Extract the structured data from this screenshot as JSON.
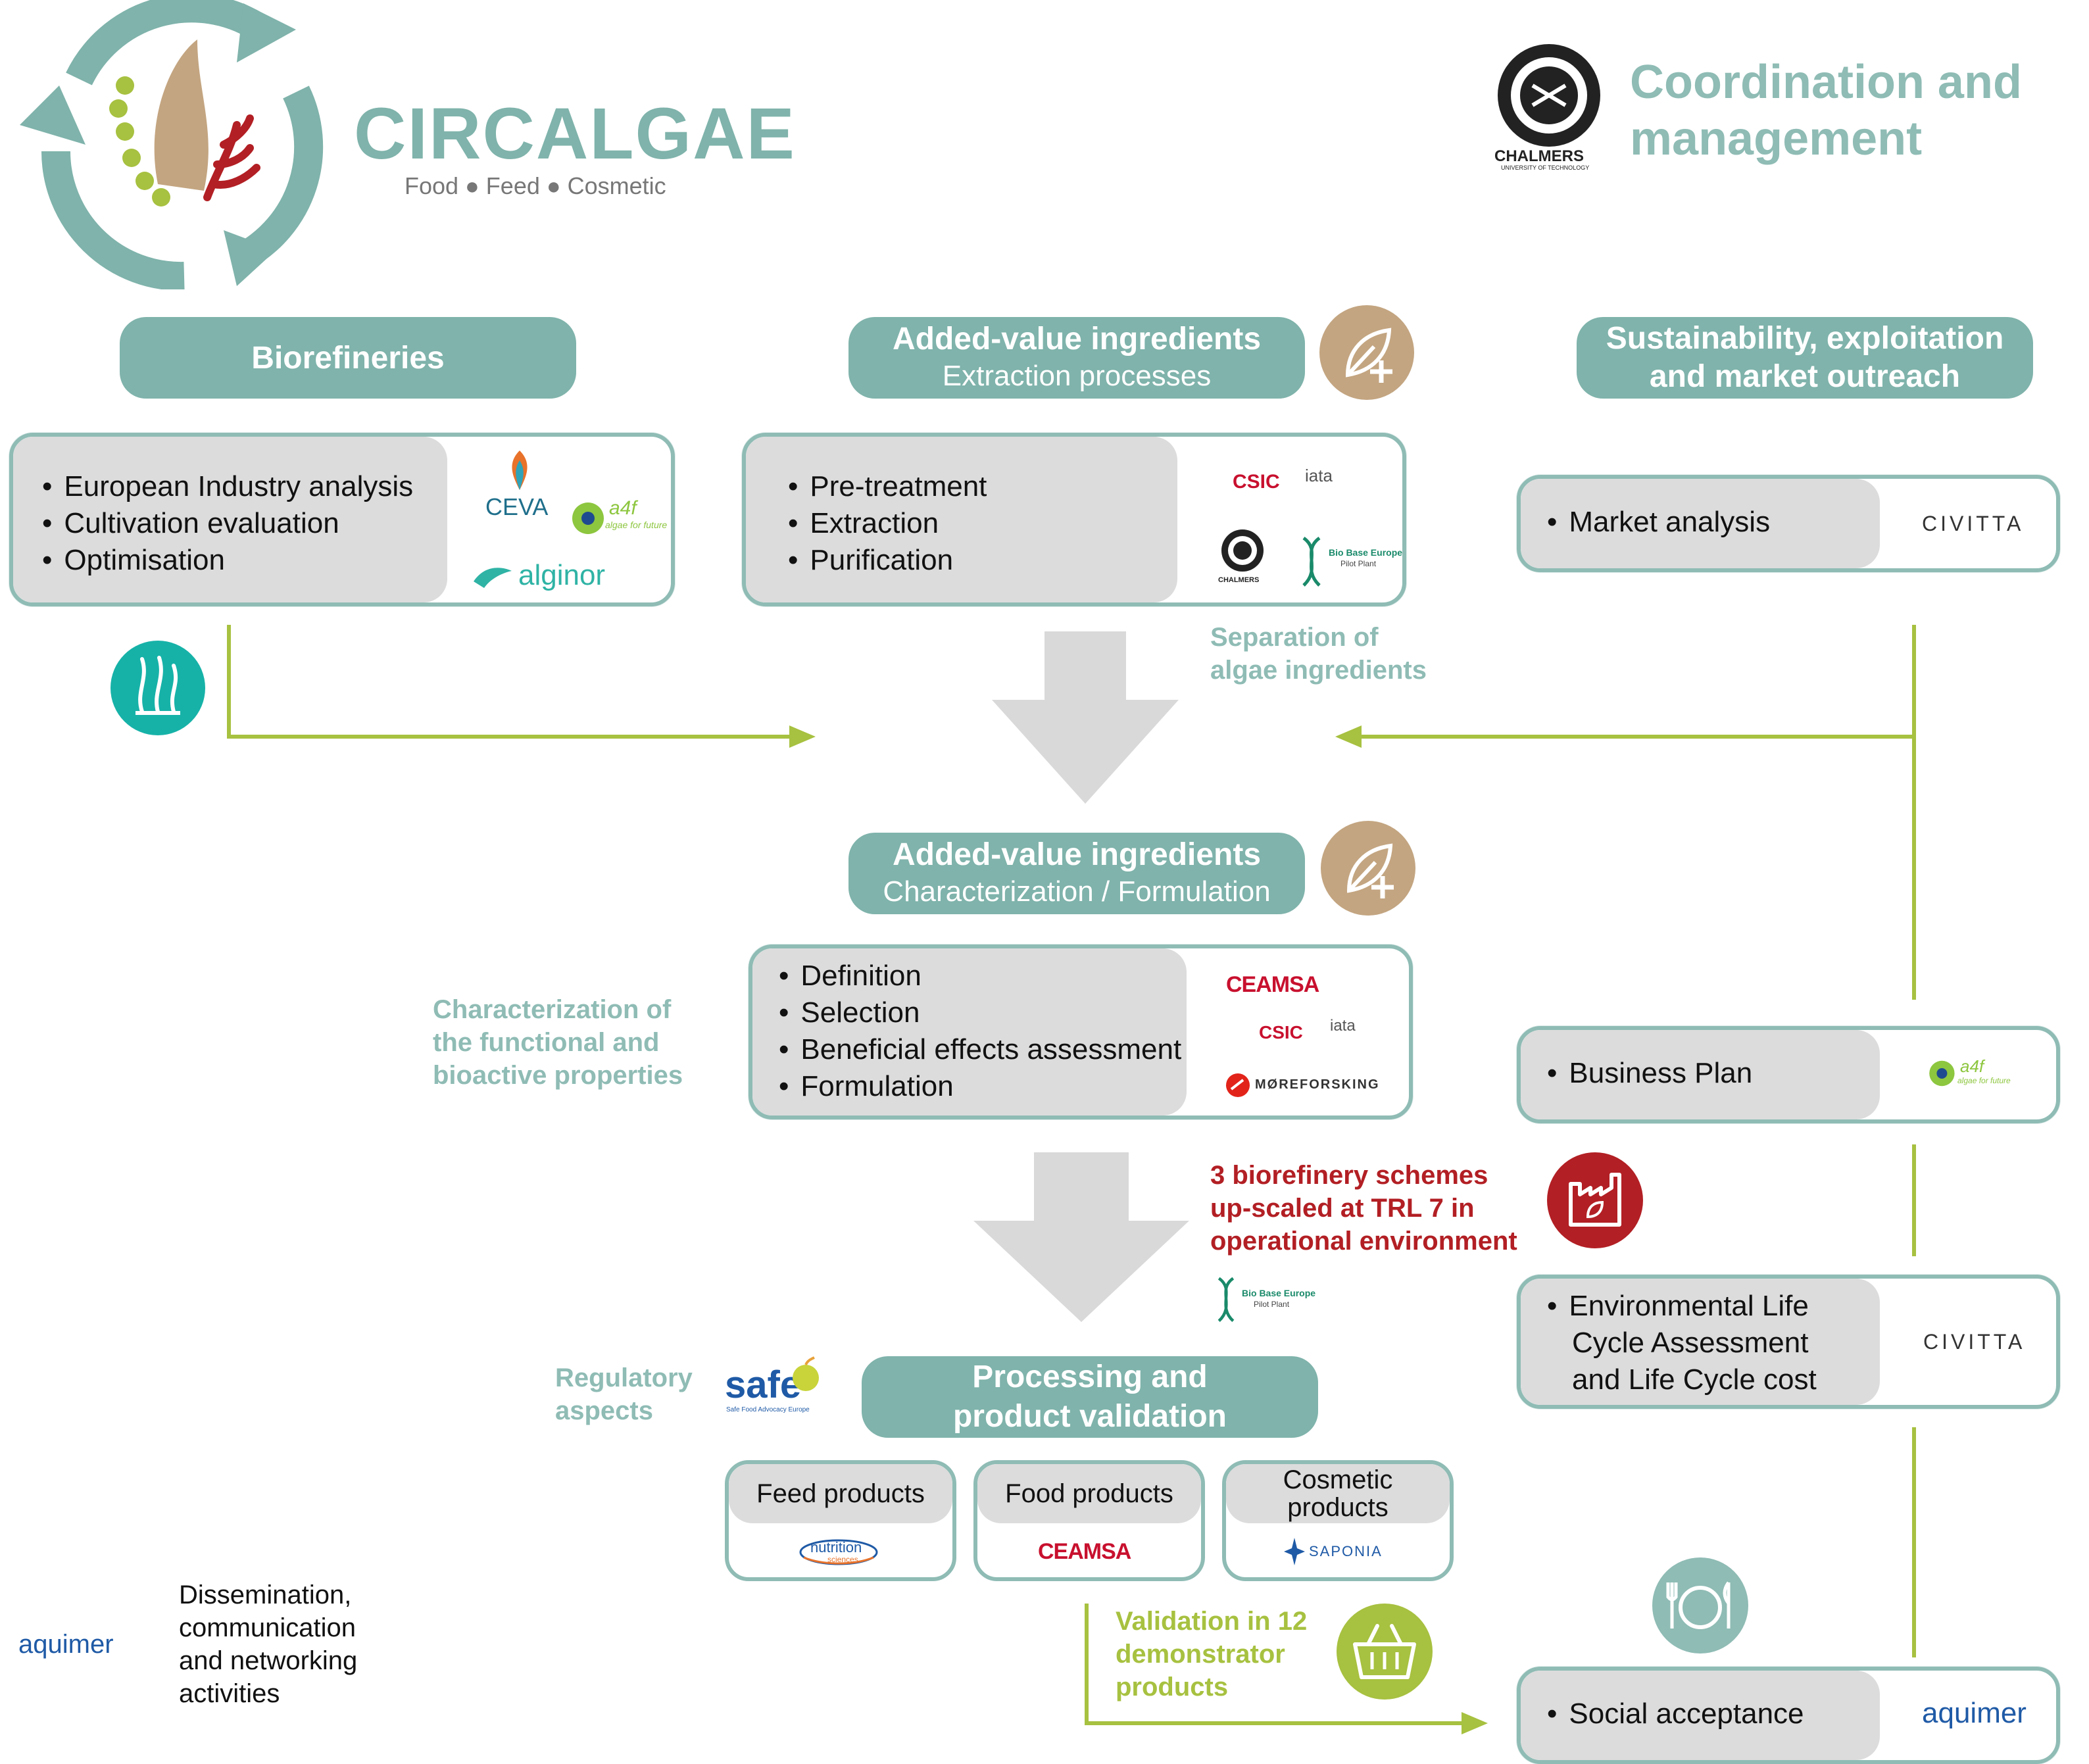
{
  "logo": {
    "name": "CIRCALGAE",
    "tagline": "Food ● Feed ● Cosmetic"
  },
  "coordination": {
    "title_line1": "Coordination and",
    "title_line2": "management",
    "partner": "CHALMERS",
    "partner_sub": "UNIVERSITY OF TECHNOLOGY"
  },
  "columns": {
    "biorefineries": {
      "title": "Biorefineries",
      "items": [
        "European Industry analysis",
        "Cultivation evaluation",
        "Optimisation"
      ],
      "partners": [
        "CEVA",
        "a4f",
        "algae for future",
        "alginor"
      ]
    },
    "extraction": {
      "title": "Added-value ingredients",
      "subtitle": "Extraction processes",
      "items": [
        "Pre-treatment",
        "Extraction",
        "Purification"
      ],
      "partners": [
        "CSIC",
        "iata",
        "CHALMERS",
        "Bio Base Europe",
        "Pilot Plant"
      ]
    },
    "sustainability": {
      "title_line1": "Sustainability, exploitation",
      "title_line2": "and market outreach"
    }
  },
  "market": {
    "item": "Market analysis",
    "partner": "CIVITTA"
  },
  "separation_note": {
    "line1": "Separation of",
    "line2": "algae ingredients"
  },
  "characterization": {
    "title": "Added-value ingredients",
    "subtitle": "Characterization / Formulation",
    "items": [
      "Definition",
      "Selection",
      "Beneficial effects assessment",
      "Formulation"
    ],
    "partners": [
      "CEAMSA",
      "CSIC",
      "iata",
      "MØREFORSKING"
    ]
  },
  "char_note": {
    "line1": "Characterization of",
    "line2": "the functional and",
    "line3": "bioactive properties"
  },
  "business": {
    "item": "Business Plan",
    "partner_a4f": "a4f",
    "partner_a4f_sub": "algae for future"
  },
  "upscale_note": {
    "line1": "3 biorefinery schemes",
    "line2": "up-scaled at TRL 7 in",
    "line3": "operational environment",
    "partner": "Bio Base Europe",
    "partner_sub": "Pilot Plant"
  },
  "lca": {
    "line1": "Environmental Life",
    "line2": "Cycle Assessment",
    "line3": "and Life Cycle cost",
    "partner": "CIVITTA"
  },
  "regulatory": {
    "line1": "Regulatory",
    "line2": "aspects",
    "partner": "safe",
    "partner_sub": "Safe Food Advocacy Europe"
  },
  "processing": {
    "title_line1": "Processing and",
    "title_line2": "product validation"
  },
  "products": [
    {
      "label": "Feed products",
      "partner": "nutrition",
      "partner_sub": "sciences"
    },
    {
      "label": "Food products",
      "partner": "CEAMSA"
    },
    {
      "label_line1": "Cosmetic",
      "label_line2": "products",
      "partner": "SAPONIA"
    }
  ],
  "validation_note": {
    "line1": "Validation in 12",
    "line2": "demonstrator",
    "line3": "products"
  },
  "dissemination": {
    "line1": "Dissemination,",
    "line2": "communication",
    "line3": "and networking",
    "line4": "activities",
    "partner": "aquimer"
  },
  "social": {
    "item": "Social acceptance",
    "partner": "aquimer"
  },
  "colors": {
    "teal": "#7fb3ab",
    "teal_border": "#8fbcb5",
    "grey_fill": "#dcdcdc",
    "tan": "#c3a581",
    "green": "#a7c140",
    "red": "#b21f24",
    "arrow_grey": "#d9d9d9"
  }
}
